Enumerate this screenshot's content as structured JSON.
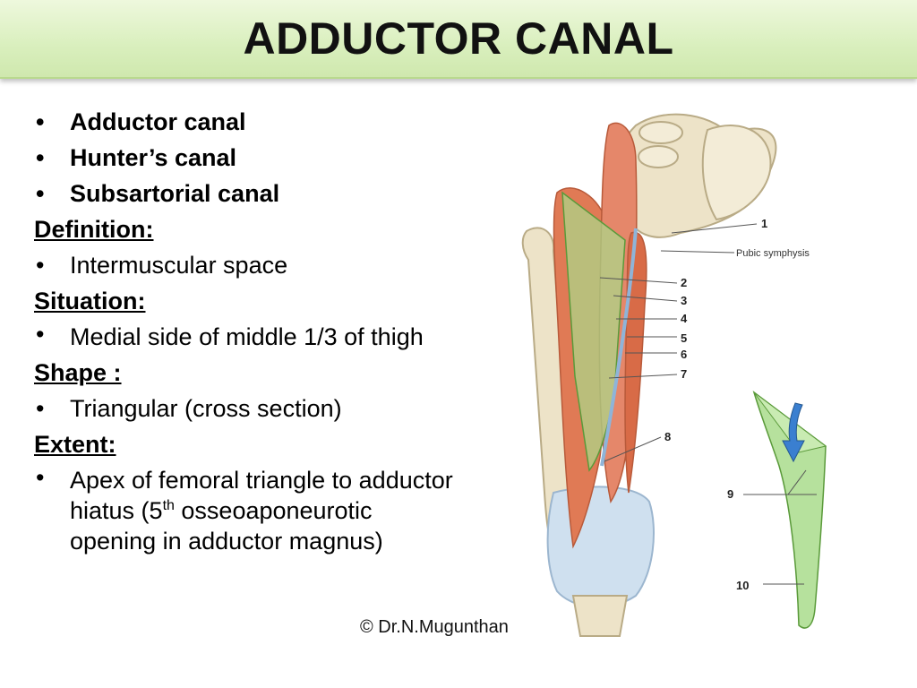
{
  "title": "ADDUCTOR CANAL",
  "content": {
    "names": [
      "Adductor canal",
      "Hunter’s canal",
      "Subsartorial canal"
    ],
    "definition_heading": "Definition:",
    "definition_text": "Intermuscular space",
    "situation_heading": "Situation:",
    "situation_text": "Medial side of middle 1/3 of thigh",
    "shape_heading": "Shape :",
    "shape_text": "Triangular  (cross section)",
    "extent_heading": "Extent:",
    "extent_text_a": "Apex of femoral triangle to adductor hiatus (5",
    "extent_sup": "th",
    "extent_text_b": " osseoaponeurotic opening in adductor magnus)"
  },
  "credit": "© Dr.N.Mugunthan",
  "figure": {
    "labels": [
      "1",
      "Pubic symphysis",
      "2",
      "3",
      "4",
      "5",
      "6",
      "7",
      "8",
      "9",
      "10"
    ],
    "colors": {
      "muscle": "#e07a55",
      "bone": "#ede3c8",
      "canal": "#a9dc8c",
      "arrow": "#3a7fd0",
      "title_bg": "#d9efbd"
    }
  }
}
